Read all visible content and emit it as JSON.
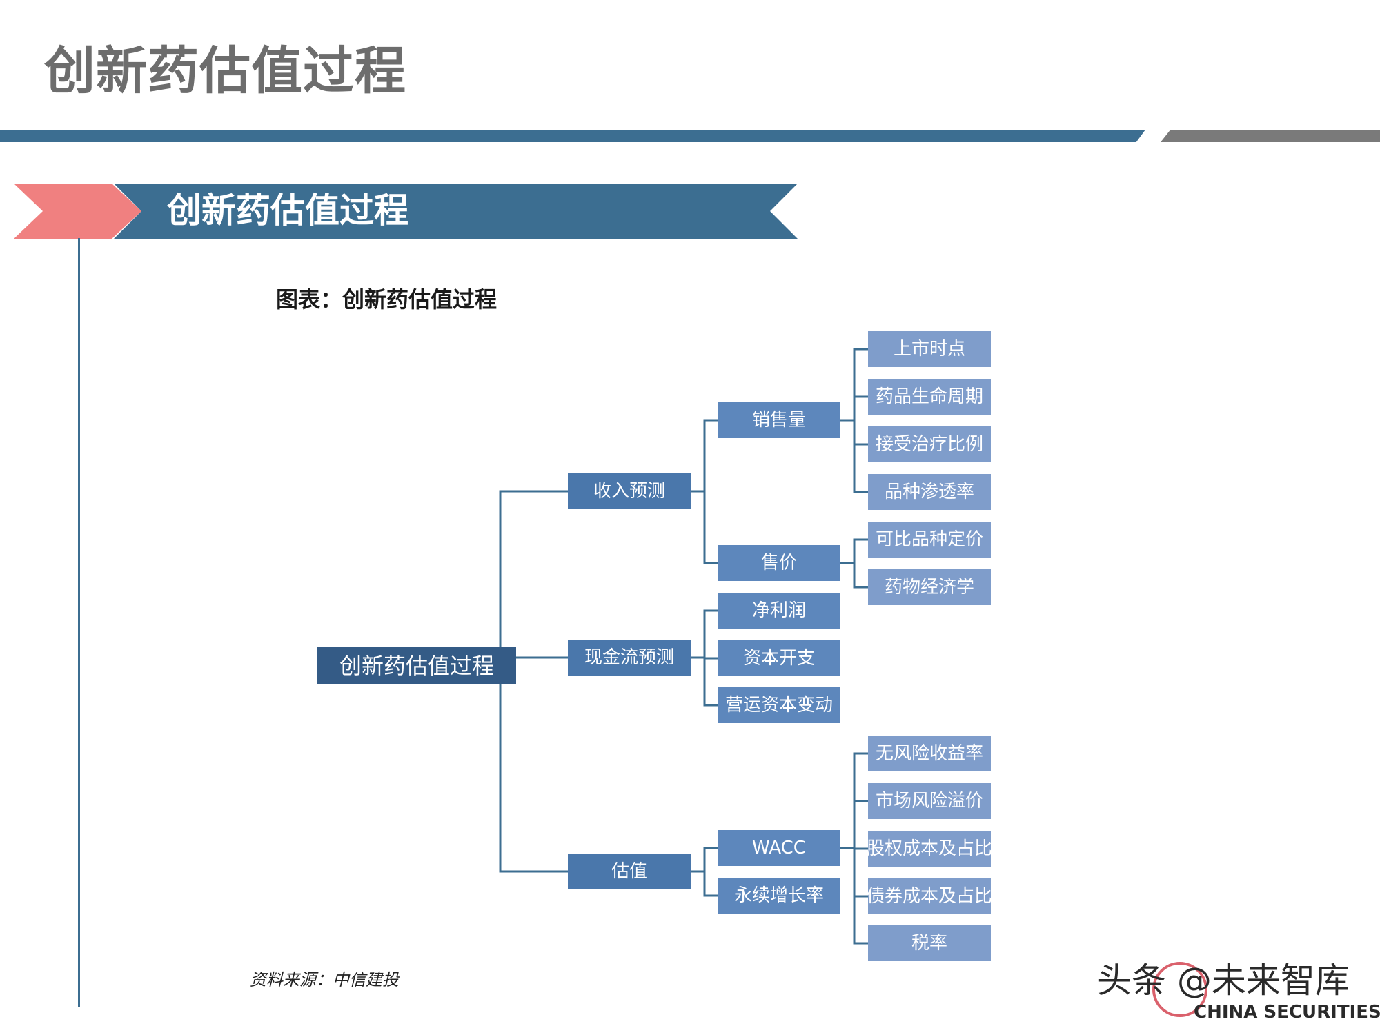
{
  "page": {
    "title": "创新药估值过程"
  },
  "banner": {
    "title": "创新药估值过程"
  },
  "figure": {
    "label": "图表：创新药估值过程",
    "source": "资料来源：中信建投"
  },
  "tree": {
    "root": "创新药估值过程",
    "revenue": {
      "label": "收入预测",
      "sales_volume": {
        "label": "销售量",
        "items": [
          "上市时点",
          "药品生命周期",
          "接受治疗比例",
          "品种渗透率"
        ]
      },
      "price": {
        "label": "售价",
        "items": [
          "可比品种定价",
          "药物经济学"
        ]
      }
    },
    "cashflow": {
      "label": "现金流预测",
      "items": [
        "净利润",
        "资本开支",
        "营运资本变动"
      ]
    },
    "valuation": {
      "label": "估值",
      "wacc": {
        "label": "WACC",
        "items": [
          "无风险收益率",
          "市场风险溢价",
          "股权成本及占比",
          "债券成本及占比",
          "税率"
        ]
      },
      "growth": {
        "label": "永续增长率"
      }
    }
  },
  "watermark": {
    "text": "头条 @未来智库",
    "sub": "CHINA SECURITIES"
  },
  "colors": {
    "primary": "#3c6e91",
    "accent": "#f08080",
    "root_node": "#345b86",
    "level1_node": "#4a77ab",
    "level2_node": "#5d87bc",
    "level3_node": "#7f9dcb"
  }
}
